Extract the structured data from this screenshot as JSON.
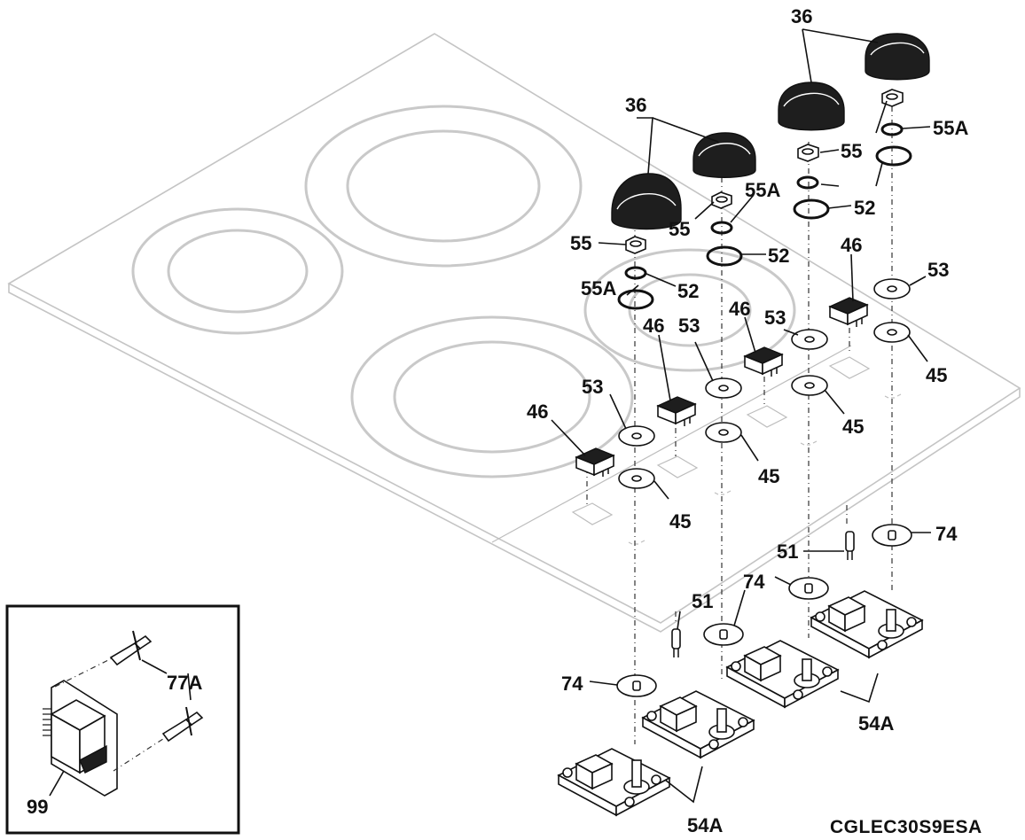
{
  "labels": {
    "knob": "36",
    "bezel": "55",
    "spring": "55A",
    "oring": "52",
    "washer": "53",
    "clip": "46",
    "seal": "45",
    "gasket": "74",
    "lamp": "51",
    "control": "54A",
    "fastener": "77A",
    "terminal": "99"
  },
  "model_number": "CGLEC30S9ESA",
  "colors": {
    "outline": "#111111",
    "cooktop": "#c9c9c9",
    "knob": "#1e1e1e"
  }
}
